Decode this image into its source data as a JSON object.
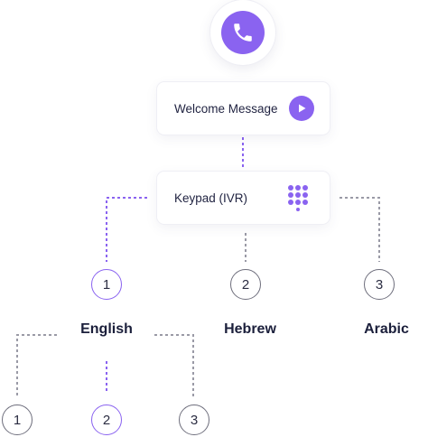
{
  "colors": {
    "accent": "#8a63f0",
    "connector_gray": "#9a9aa6",
    "text_dark": "#1b1f3b"
  },
  "nodes": {
    "call_icon": "phone-icon",
    "welcome": {
      "label": "Welcome Message",
      "icon": "play-icon"
    },
    "keypad": {
      "label": "Keypad (IVR)",
      "icon": "keypad-icon"
    }
  },
  "options": [
    {
      "number": "1",
      "language": "English",
      "active": true
    },
    {
      "number": "2",
      "language": "Hebrew",
      "active": false
    },
    {
      "number": "3",
      "language": "Arabic",
      "active": false
    }
  ],
  "sub_options": [
    {
      "number": "1",
      "active": false
    },
    {
      "number": "2",
      "active": true
    },
    {
      "number": "3",
      "active": false
    }
  ]
}
